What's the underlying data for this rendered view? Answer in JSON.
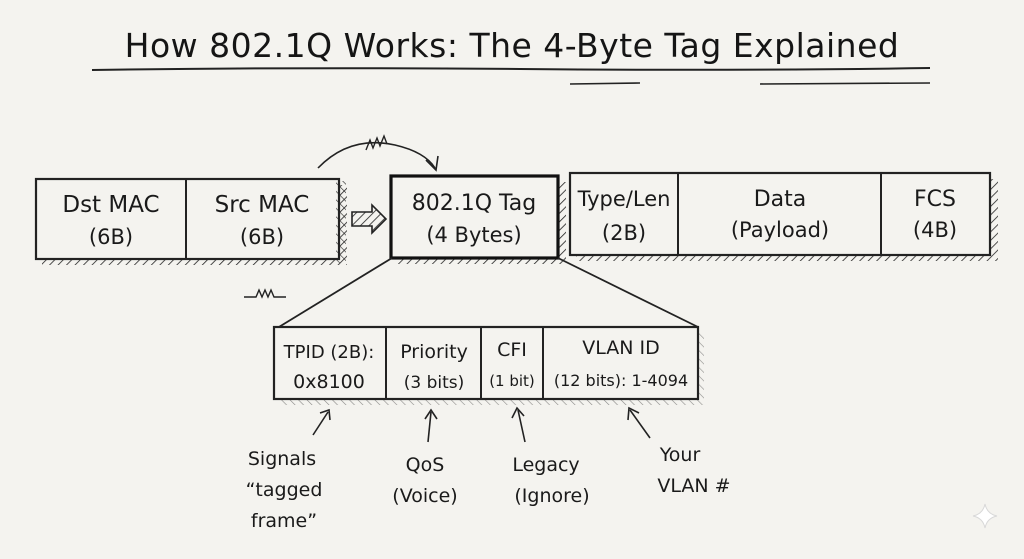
{
  "title": "How 802.1Q Works: The 4-Byte Tag Explained",
  "frame": {
    "fields": [
      {
        "name": "Dst MAC",
        "size": "(6B)"
      },
      {
        "name": "Src MAC",
        "size": "(6B)"
      },
      {
        "name": "802.1Q Tag",
        "size": "(4 Bytes)"
      },
      {
        "name": "Type/Len",
        "size": "(2B)"
      },
      {
        "name": "Data",
        "size": "(Payload)"
      },
      {
        "name": "FCS",
        "size": "(4B)"
      }
    ]
  },
  "tag": {
    "fields": [
      {
        "name": "TPID (2B):",
        "value": "0x8100"
      },
      {
        "name": "Priority",
        "value": "(3 bits)"
      },
      {
        "name": "CFI",
        "value": "(1 bit)"
      },
      {
        "name": "VLAN ID",
        "value": "(12 bits): 1-4094"
      }
    ]
  },
  "notes": [
    {
      "lines": [
        "Signals",
        "“tagged",
        "frame”"
      ]
    },
    {
      "lines": [
        "QoS",
        "(Voice)"
      ]
    },
    {
      "lines": [
        "Legacy",
        "(Ignore)"
      ]
    },
    {
      "lines": [
        "Your",
        "VLAN #"
      ]
    }
  ],
  "colors": {
    "ink": "#1a1a1a",
    "paper": "#f4f3ef"
  }
}
